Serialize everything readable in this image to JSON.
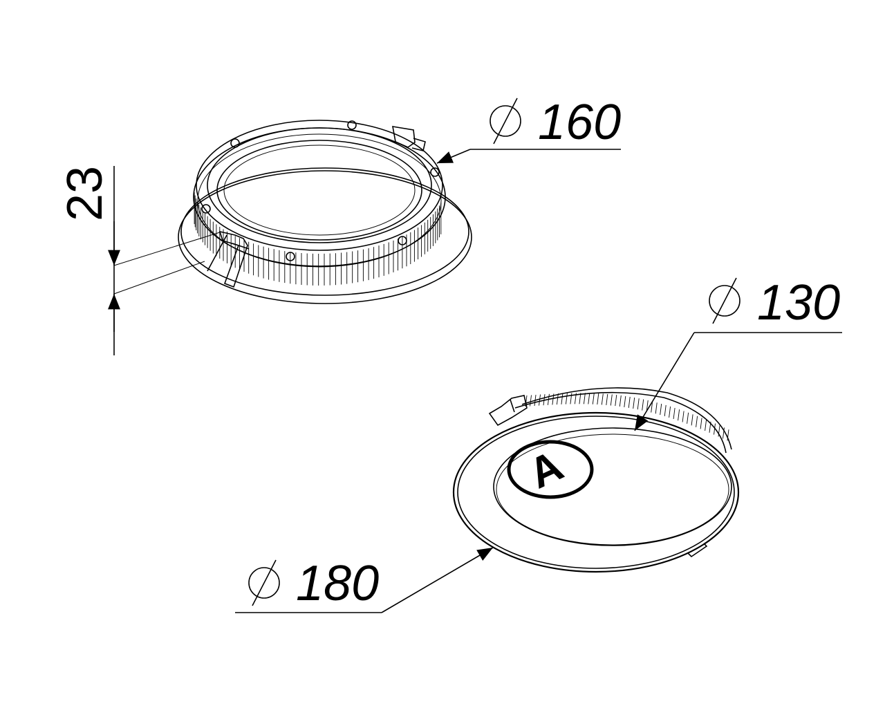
{
  "dimensions": {
    "d160": {
      "symbol": "⌀",
      "value": "160"
    },
    "d130": {
      "symbol": "⌀",
      "value": "130"
    },
    "d180": {
      "symbol": "⌀",
      "value": "180"
    },
    "h23": {
      "value": "23"
    }
  },
  "logo": {
    "letter": "A"
  }
}
